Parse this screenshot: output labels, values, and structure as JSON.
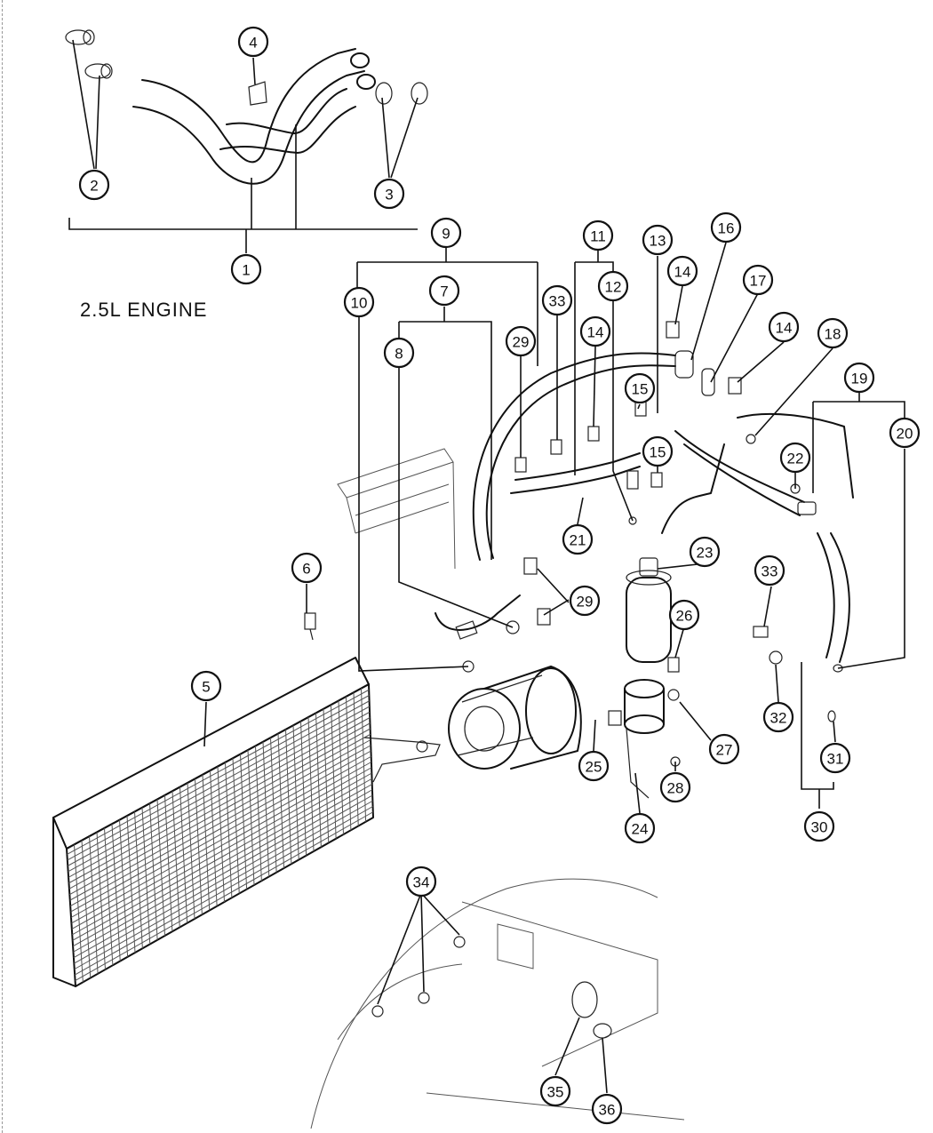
{
  "diagram": {
    "engine_label": "2.5L ENGINE",
    "callouts": [
      {
        "num": "1",
        "name": "callout-1"
      },
      {
        "num": "2",
        "name": "callout-2"
      },
      {
        "num": "3",
        "name": "callout-3"
      },
      {
        "num": "4",
        "name": "callout-4"
      },
      {
        "num": "5",
        "name": "callout-5"
      },
      {
        "num": "6",
        "name": "callout-6"
      },
      {
        "num": "7",
        "name": "callout-7"
      },
      {
        "num": "8",
        "name": "callout-8"
      },
      {
        "num": "9",
        "name": "callout-9"
      },
      {
        "num": "10",
        "name": "callout-10"
      },
      {
        "num": "11",
        "name": "callout-11"
      },
      {
        "num": "12",
        "name": "callout-12"
      },
      {
        "num": "13",
        "name": "callout-13"
      },
      {
        "num": "14",
        "name": "callout-14a"
      },
      {
        "num": "14",
        "name": "callout-14b"
      },
      {
        "num": "14",
        "name": "callout-14c"
      },
      {
        "num": "15",
        "name": "callout-15a"
      },
      {
        "num": "15",
        "name": "callout-15b"
      },
      {
        "num": "16",
        "name": "callout-16"
      },
      {
        "num": "17",
        "name": "callout-17"
      },
      {
        "num": "18",
        "name": "callout-18"
      },
      {
        "num": "19",
        "name": "callout-19"
      },
      {
        "num": "20",
        "name": "callout-20"
      },
      {
        "num": "21",
        "name": "callout-21"
      },
      {
        "num": "22",
        "name": "callout-22"
      },
      {
        "num": "23",
        "name": "callout-23"
      },
      {
        "num": "24",
        "name": "callout-24"
      },
      {
        "num": "25",
        "name": "callout-25"
      },
      {
        "num": "26",
        "name": "callout-26"
      },
      {
        "num": "27",
        "name": "callout-27"
      },
      {
        "num": "28",
        "name": "callout-28"
      },
      {
        "num": "29",
        "name": "callout-29a"
      },
      {
        "num": "29",
        "name": "callout-29b"
      },
      {
        "num": "30",
        "name": "callout-30"
      },
      {
        "num": "31",
        "name": "callout-31"
      },
      {
        "num": "32",
        "name": "callout-32"
      },
      {
        "num": "33",
        "name": "callout-33a"
      },
      {
        "num": "33",
        "name": "callout-33b"
      },
      {
        "num": "34",
        "name": "callout-34"
      },
      {
        "num": "35",
        "name": "callout-35"
      },
      {
        "num": "36",
        "name": "callout-36"
      }
    ]
  }
}
